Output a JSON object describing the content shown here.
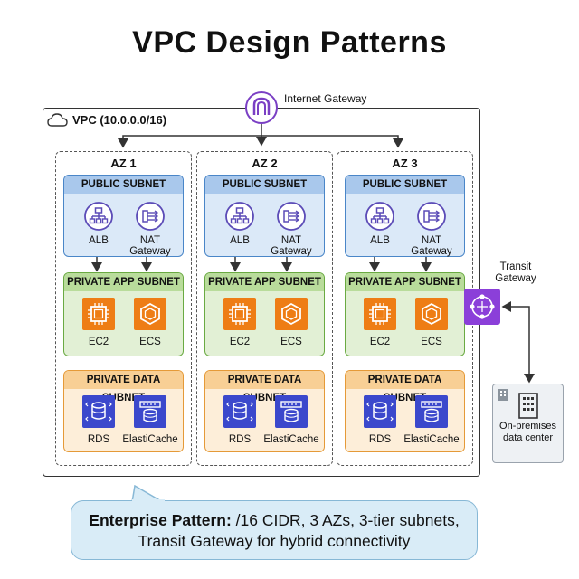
{
  "title": "VPC Design Patterns",
  "internet_gateway": {
    "label": "Internet Gateway"
  },
  "vpc": {
    "label": "VPC (10.0.0.0/16)"
  },
  "azs": [
    {
      "name": "AZ 1",
      "public_subnet": {
        "label": "PUBLIC SUBNET",
        "items": [
          "ALB",
          "NAT\nGateway"
        ]
      },
      "app_subnet": {
        "label": "PRIVATE APP SUBNET",
        "items": [
          "EC2",
          "ECS"
        ]
      },
      "data_subnet": {
        "label": "PRIVATE DATA SUBNET",
        "items": [
          "RDS",
          "ElastiCache"
        ]
      }
    },
    {
      "name": "AZ 2",
      "public_subnet": {
        "label": "PUBLIC SUBNET",
        "items": [
          "ALB",
          "NAT\nGateway"
        ]
      },
      "app_subnet": {
        "label": "PRIVATE APP SUBNET",
        "items": [
          "EC2",
          "ECS"
        ]
      },
      "data_subnet": {
        "label": "PRIVATE DATA SUBNET",
        "items": [
          "RDS",
          "ElastiCache"
        ]
      }
    },
    {
      "name": "AZ 3",
      "public_subnet": {
        "label": "PUBLIC SUBNET",
        "items": [
          "ALB",
          "NAT\nGateway"
        ]
      },
      "app_subnet": {
        "label": "PRIVATE APP SUBNET",
        "items": [
          "EC2",
          "ECS"
        ]
      },
      "data_subnet": {
        "label": "PRIVATE DATA SUBNET",
        "items": [
          "RDS",
          "ElastiCache"
        ]
      }
    }
  ],
  "transit_gateway": {
    "label": "Transit\nGateway"
  },
  "on_premises": {
    "label": "On-premises\ndata center"
  },
  "callout": {
    "bold": "Enterprise Pattern:",
    "text1": " /16 CIDR, 3 AZs, 3-tier subnets,",
    "text2": "Transit Gateway for hybrid connectivity"
  },
  "colors": {
    "public": "#4a86c8",
    "app": "#6aaa42",
    "data": "#e59a38",
    "compute_icon": "#ee7d15",
    "db_icon": "#3b48cc",
    "transit": "#8b3fd9"
  }
}
